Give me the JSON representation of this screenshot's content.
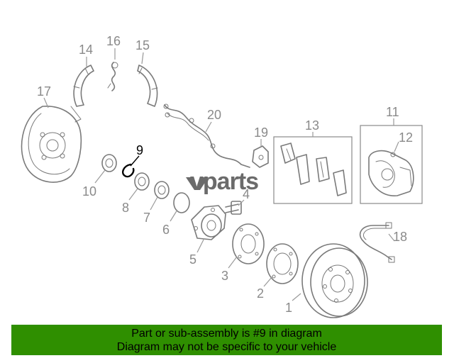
{
  "diagram": {
    "watermark": "vparts",
    "highlighted_part": "9",
    "callouts": [
      "1",
      "2",
      "3",
      "4",
      "5",
      "6",
      "7",
      "8",
      "9",
      "10",
      "11",
      "12",
      "13",
      "14",
      "15",
      "16",
      "17",
      "18",
      "19",
      "20"
    ]
  },
  "banner": {
    "line1": "Part or sub-assembly is #9 in diagram",
    "line2": "Diagram may not be specific to your vehicle",
    "color": "#2f8f00"
  }
}
